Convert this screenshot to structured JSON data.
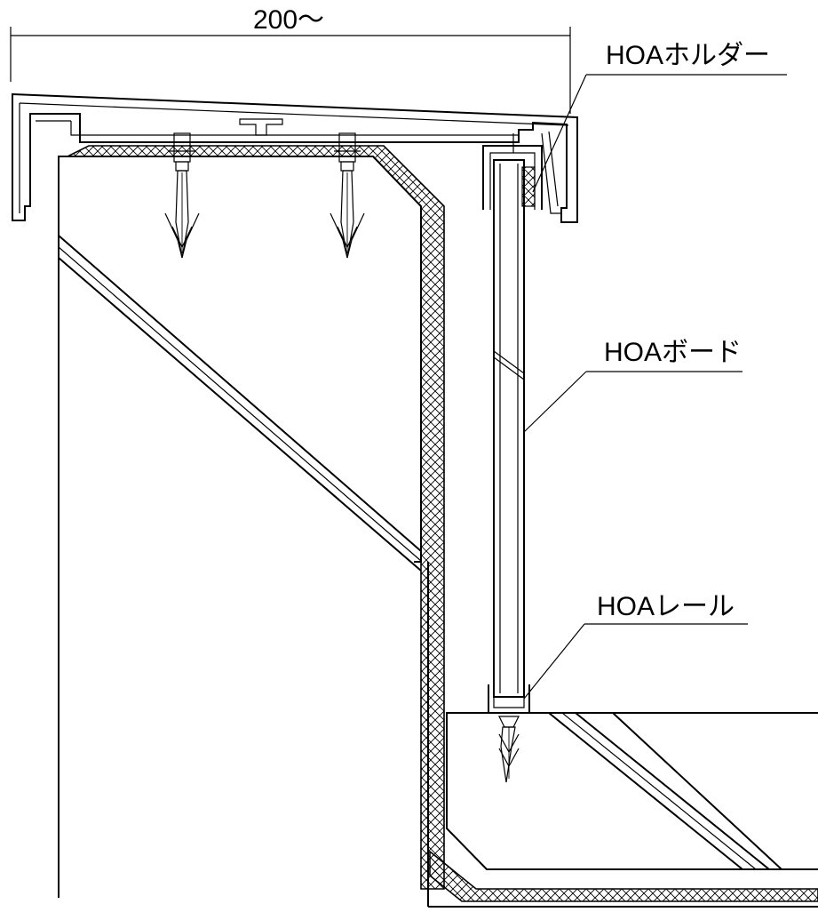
{
  "dimension": {
    "text": "200～"
  },
  "labels": {
    "holder": "HOAホルダー",
    "board": "HOAボード",
    "rail": "HOAレール"
  },
  "colors": {
    "line": "#000000",
    "background": "#ffffff"
  }
}
